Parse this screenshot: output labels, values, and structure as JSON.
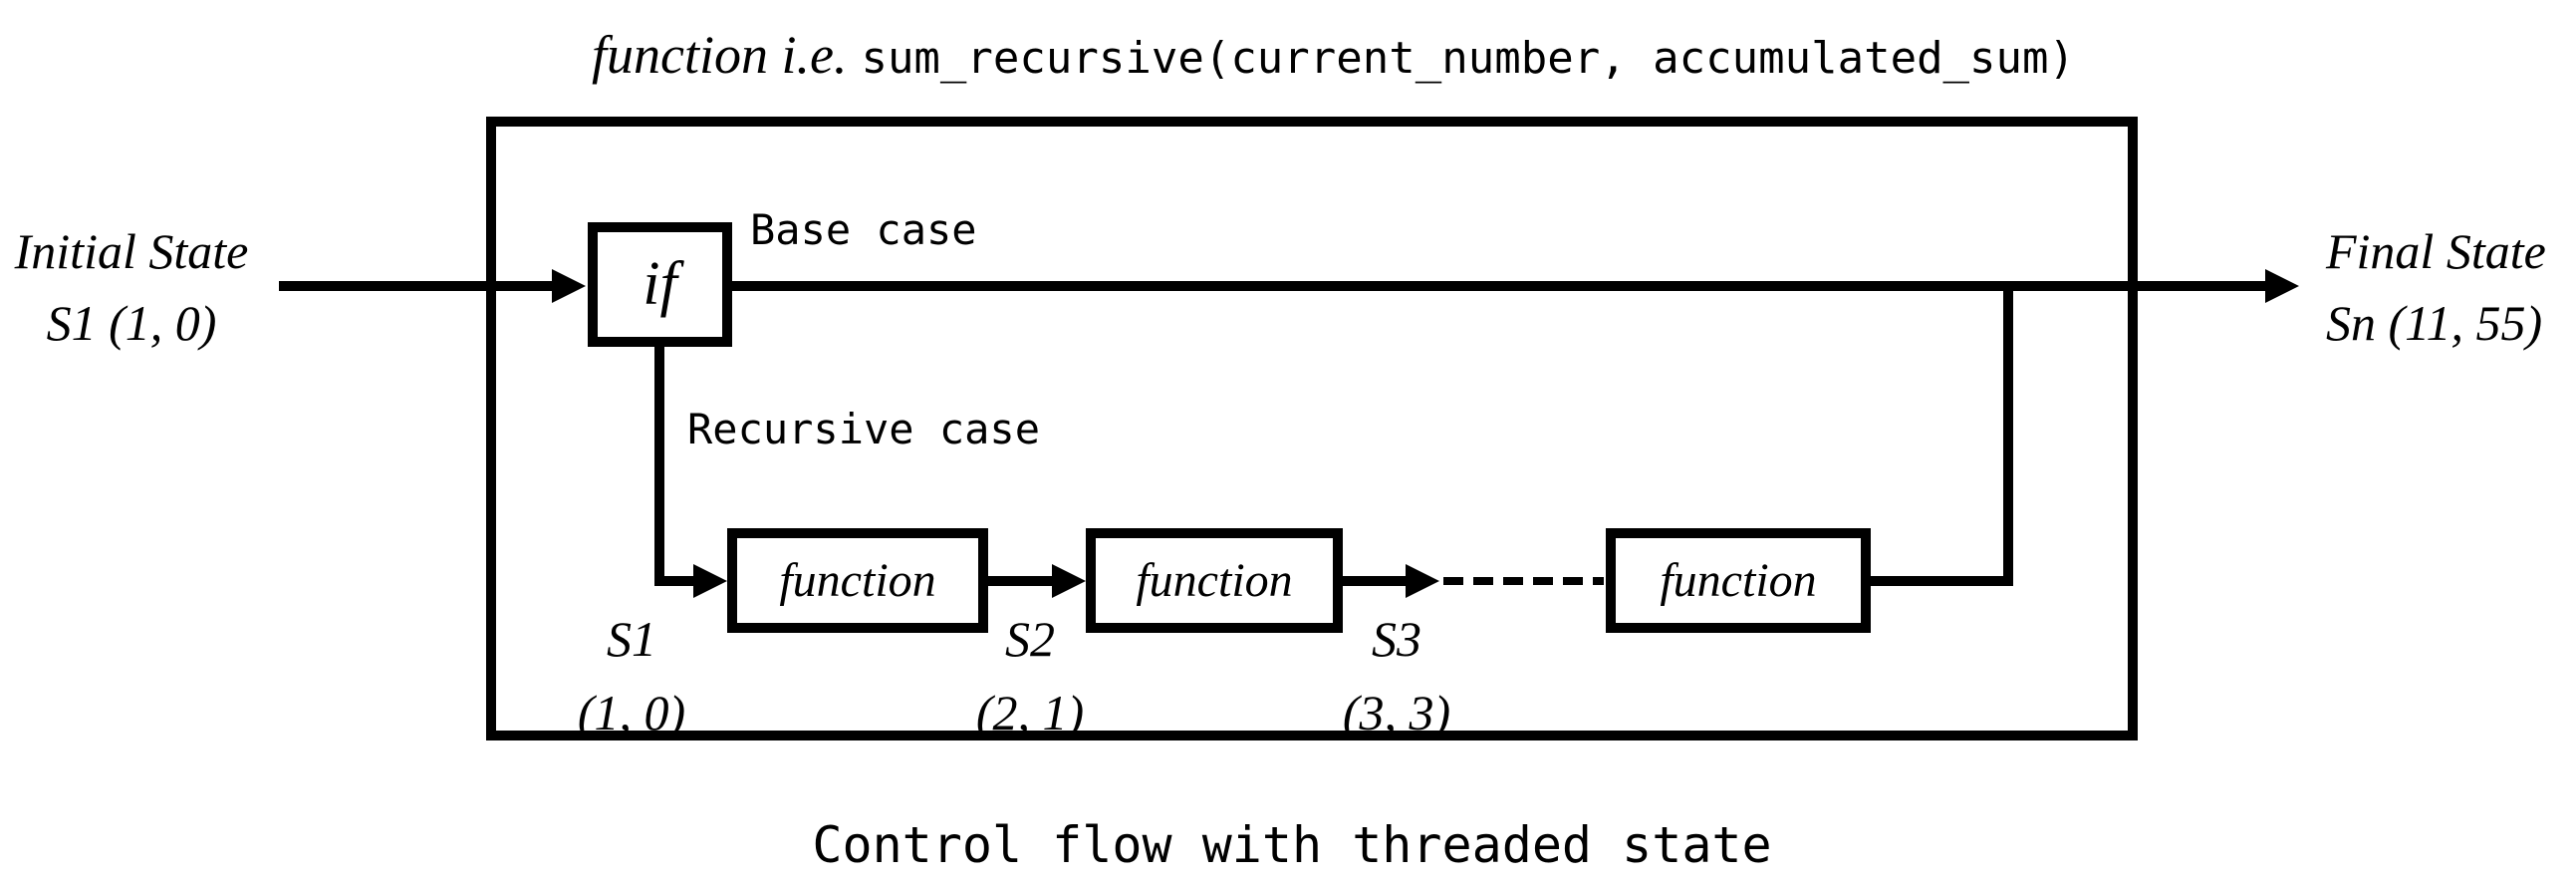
{
  "diagram": {
    "title": {
      "prefix": "function i.e.",
      "code": "sum_recursive(current_number, accumulated_sum)"
    },
    "initial_state": {
      "line1": "Initial State",
      "line2": "S1 (1, 0)"
    },
    "final_state": {
      "line1": "Final State",
      "line2": "Sn (11, 55)"
    },
    "if_box": {
      "label": "if"
    },
    "branches": {
      "base_case": "Base case",
      "recursive_case": "Recursive case"
    },
    "function_boxes": [
      {
        "label": "function"
      },
      {
        "label": "function"
      },
      {
        "label": "function"
      }
    ],
    "states": [
      {
        "name": "S1",
        "value": "(1, 0)"
      },
      {
        "name": "S2",
        "value": "(2, 1)"
      },
      {
        "name": "S3",
        "value": "(3, 3)"
      }
    ],
    "caption": "Control flow with threaded state",
    "colors": {
      "ink": "#000000",
      "background": "#ffffff"
    }
  }
}
